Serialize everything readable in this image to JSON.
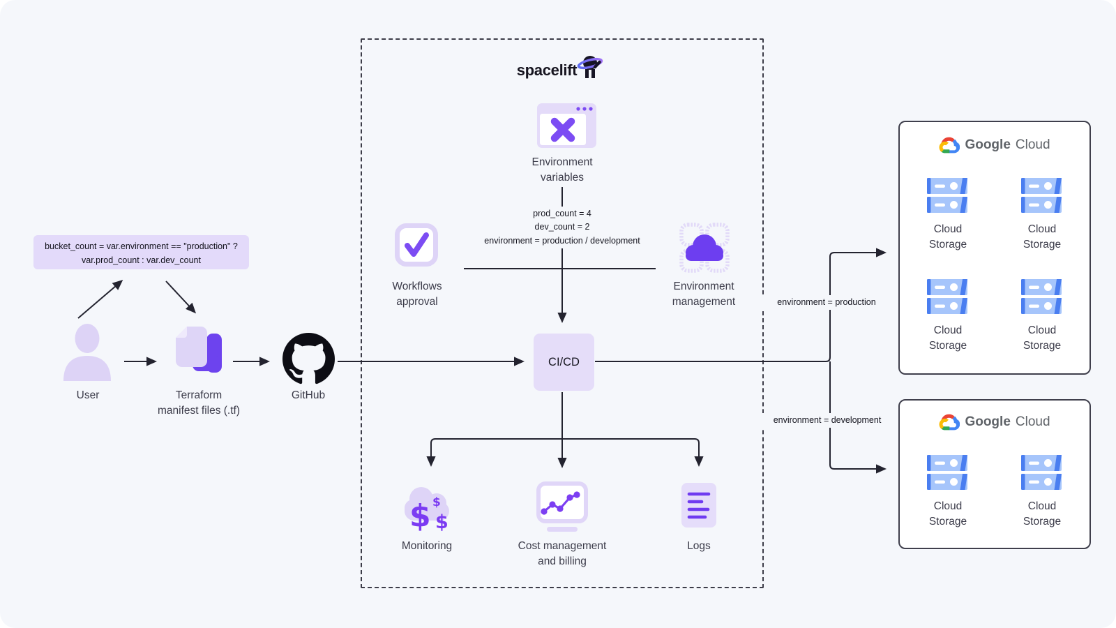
{
  "colors": {
    "background": "#f5f7fb",
    "accent_purple": "#7c4cf3",
    "deep_purple": "#6d3ef0",
    "light_purple": "#ddd3f6",
    "line_dark": "#23232f",
    "google_blue": "#4285f4",
    "google_red": "#ea4335",
    "google_yellow": "#fbbc05",
    "google_green": "#34a853",
    "storage_light_blue": "#a6c5fb",
    "storage_dark_blue": "#4a7ef0"
  },
  "code_box": {
    "line1": "bucket_count = var.environment == \"production\" ?",
    "line2": "var.prod_count : var.dev_count"
  },
  "left_flow": {
    "user_label": "User",
    "terraform_label_line1": "Terraform",
    "terraform_label_line2": "manifest files (.tf)",
    "github_label": "GitHub"
  },
  "spacelift": {
    "wordmark": "spacelift"
  },
  "pipeline": {
    "env_variables_line1": "Environment",
    "env_variables_line2": "variables",
    "vars_annotation_line1": "prod_count = 4",
    "vars_annotation_line2": "dev_count = 2",
    "vars_annotation_line3": "environment = production / development",
    "workflows_line1": "Workflows",
    "workflows_line2": "approval",
    "env_management_line1": "Environment",
    "env_management_line2": "management",
    "cicd_label": "CI/CD",
    "monitoring_label": "Monitoring",
    "cost_line1": "Cost management",
    "cost_line2": "and billing",
    "logs_label": "Logs"
  },
  "edges": {
    "production_label": "environment = production",
    "development_label": "environment = development"
  },
  "google_cloud": {
    "brand_google": "Google",
    "brand_cloud": "Cloud",
    "storage_line1": "Cloud",
    "storage_line2": "Storage"
  }
}
